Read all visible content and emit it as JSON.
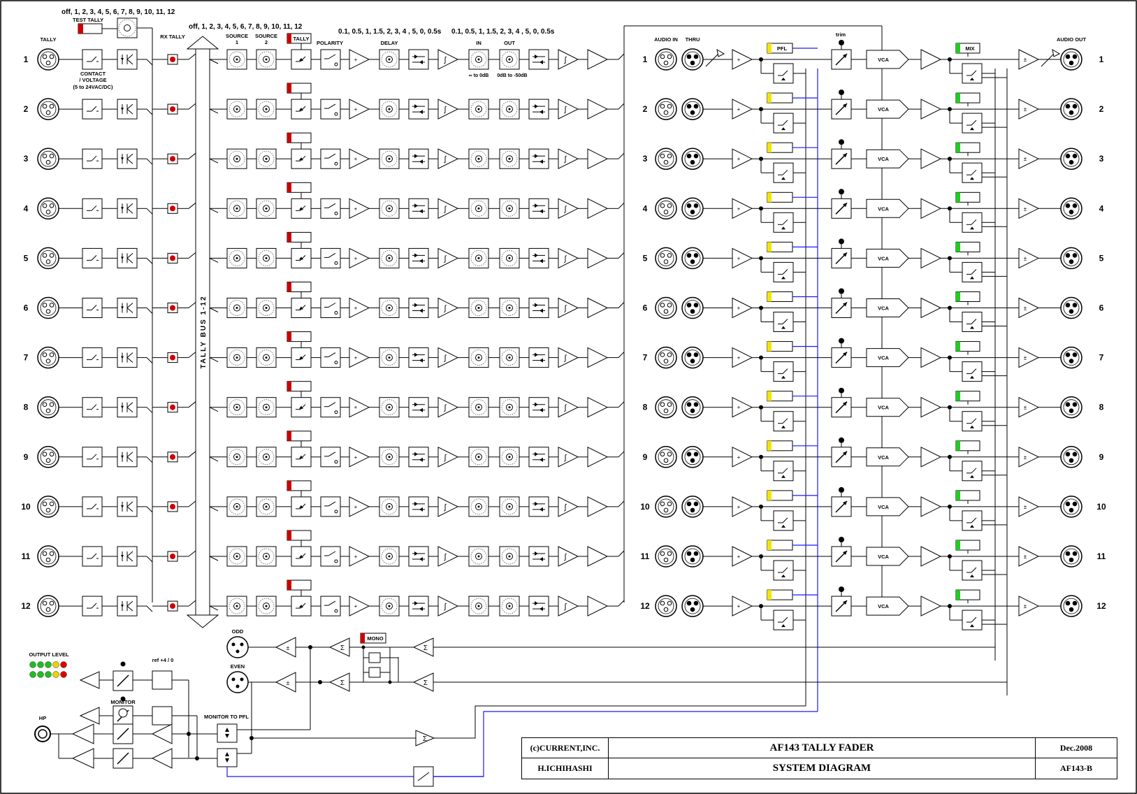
{
  "header": {
    "test_tally_steps": "off, 1, 2, 3, 4, 5, 6, 7, 8, 9, 10, 11, 12",
    "test_tally": "TEST TALLY",
    "source_steps": "off, 1, 2, 3, 4, 5, 6, 7, 8, 9, 10, 11, 12",
    "delay_steps": "0.1, 0.5, 1, 1.5, 2, 3, 4 , 5, 0, 0.5s",
    "fade_steps": "0.1, 0.5, 1, 1.5, 2, 3, 4 , 5, 0, 0.5s"
  },
  "labels": {
    "tally": "TALLY",
    "contact": "CONTACT",
    "voltage": "/ VOLTAGE",
    "voltage_range": "(5 to 24VAC/DC)",
    "rx_tally": "RX TALLY",
    "tally_bus": "TALLY BUS 1-12",
    "source1": "SOURCE",
    "source1_num": "1",
    "source2": "SOURCE",
    "source2_num": "2",
    "tally_button": "TALLY",
    "polarity": "POLARITY",
    "delay": "DELAY",
    "in": "IN",
    "out": "OUT",
    "in_range": "∞ to 0dB",
    "out_range": "0dB to -50dB",
    "audio_in": "AUDIO IN",
    "thru": "THRU",
    "pfl": "PFL",
    "trim": "trim",
    "vca": "VCA",
    "mix": "MIX",
    "audio_out": "AUDIO OUT",
    "output_level": "OUTPUT LEVEL",
    "ref": "ref +4 / 0",
    "monitor": "MONITOR",
    "hp": "HP",
    "monitor_to_pfl": "MONITOR TO PFL",
    "odd": "ODD",
    "even": "EVEN",
    "mono": "MONO"
  },
  "channels": [
    "1",
    "2",
    "3",
    "4",
    "5",
    "6",
    "7",
    "8",
    "9",
    "10",
    "11",
    "12"
  ],
  "title_block": {
    "company": "(c)CURRENT,INC.",
    "author": "H.ICHIHASHI",
    "product": "AF143 TALLY FADER",
    "doc_title": "SYSTEM DIAGRAM",
    "date": "Dec.2008",
    "doc_number": "AF143-B"
  },
  "colors": {
    "tally_red": "#cc0000",
    "pfl_yellow": "#f5e400",
    "mix_green": "#22cc22",
    "pfl_bus_blue": "#1a1aff",
    "led_green": "#22bb22",
    "led_yellow": "#e8d400",
    "led_red": "#dd0000"
  },
  "icons": [
    "xlr-female-icon",
    "xlr-male-icon",
    "switch-icon",
    "optocoupler-icon",
    "led-icon",
    "rotary-switch-icon",
    "triangle-amp-icon",
    "diode-bridge-icon",
    "integrator-icon",
    "vca-icon",
    "summing-amp-icon",
    "trim-pot-icon",
    "headphone-jack-icon"
  ]
}
